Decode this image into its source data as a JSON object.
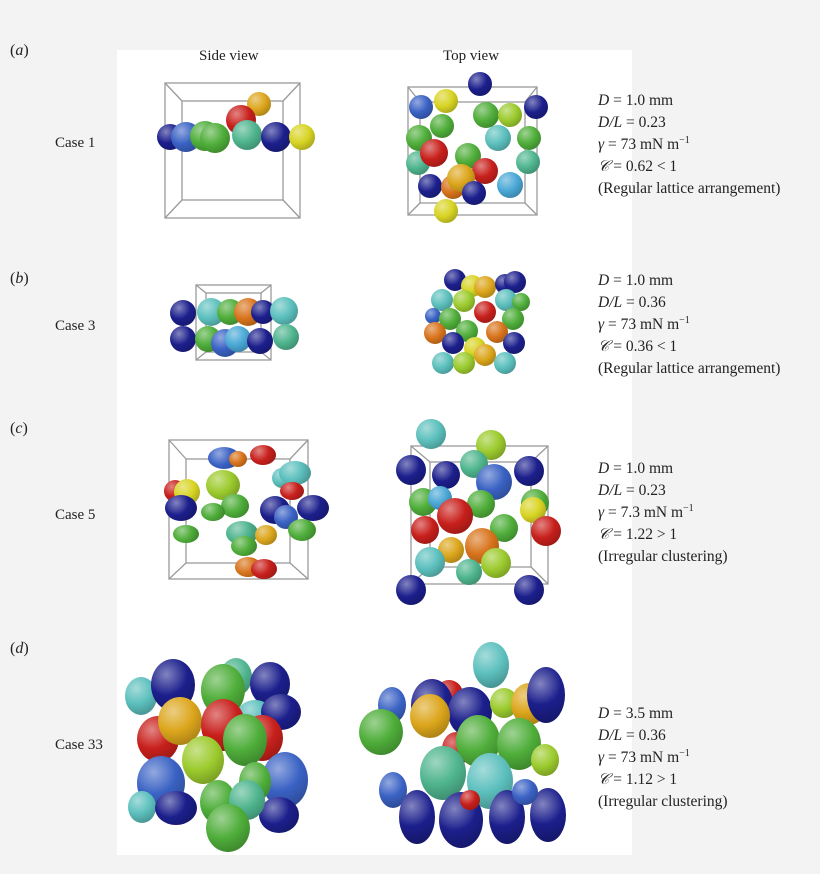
{
  "figure": {
    "column_headers": {
      "side": "Side view",
      "top": "Top view"
    },
    "panels": [
      {
        "id": "a",
        "label": "a",
        "case": "Case 1",
        "params": {
          "D": "1.0 mm",
          "D_over_L": "0.23",
          "gamma": "73 mN m",
          "gamma_exp": "−1",
          "C": "0.62 < 1",
          "note": "(Regular lattice arrangement)"
        }
      },
      {
        "id": "b",
        "label": "b",
        "case": "Case 3",
        "params": {
          "D": "1.0 mm",
          "D_over_L": "0.36",
          "gamma": "73 mN m",
          "gamma_exp": "−1",
          "C": "0.36 < 1",
          "note": "(Regular lattice arrangement)"
        }
      },
      {
        "id": "c",
        "label": "c",
        "case": "Case 5",
        "params": {
          "D": "1.0 mm",
          "D_over_L": "0.23",
          "gamma": "7.3 mN m",
          "gamma_exp": "−1",
          "C": "1.22 > 1",
          "note": "(Irregular clustering)"
        }
      },
      {
        "id": "d",
        "label": "d",
        "case": "Case 33",
        "params": {
          "D": "3.5 mm",
          "D_over_L": "0.36",
          "gamma": "73 mN m",
          "gamma_exp": "−1",
          "C": "1.12 > 1",
          "note": "(Irregular clustering)"
        }
      }
    ],
    "symbols": {
      "D": "D",
      "D_over_L": "D/L",
      "gamma": "γ",
      "C": "𝒞",
      "eq": " = "
    },
    "colors": {
      "background": "#f3f3f3",
      "panel": "#ffffff",
      "wireframe": "#9a9a9a",
      "navy": "#1c1f8c",
      "blue": "#3a62c4",
      "sky": "#4aa8d6",
      "cyan": "#5cc0bd",
      "teal": "#4fb58f",
      "green": "#4fae3a",
      "lime": "#9ccb2e",
      "yellow": "#d8d424",
      "gold": "#dca61c",
      "orange": "#d8741c",
      "red": "#c8201c"
    }
  }
}
